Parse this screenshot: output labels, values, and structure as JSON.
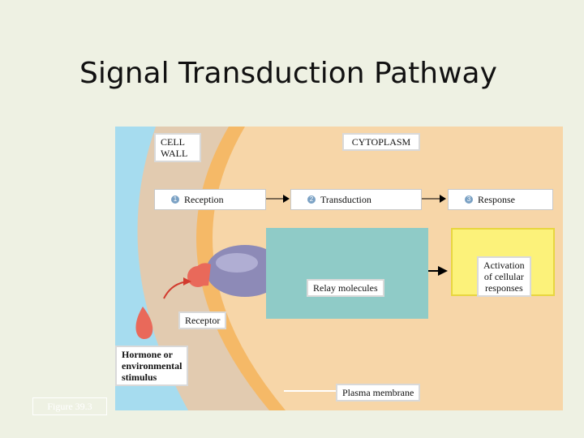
{
  "slide": {
    "title": "Signal Transduction Pathway",
    "figure_caption": "Figure 39.3"
  },
  "diagram": {
    "regions": {
      "cell_wall": "CELL\nWALL",
      "cytoplasm": "CYTOPLASM"
    },
    "steps": [
      {
        "number": "1",
        "label": "Reception"
      },
      {
        "number": "2",
        "label": "Transduction"
      },
      {
        "number": "3",
        "label": "Response"
      }
    ],
    "labels": {
      "relay": "Relay molecules",
      "receptor": "Receptor",
      "hormone": "Hormone or\nenvironmental\nstimulus",
      "plasma_membrane": "Plasma membrane",
      "response_detail": "Activation\nof cellular\nresponses"
    },
    "colors": {
      "wall": "#a6dcef",
      "membrane": "#f5b967",
      "cytoplasm": "#f7d6a8",
      "relay_area": "#8fcbc7",
      "response_area": "#fcf27a",
      "hormone": "#e9695a",
      "receptor": "#8d8ab7",
      "arrow_red": "#d23b2e"
    }
  }
}
